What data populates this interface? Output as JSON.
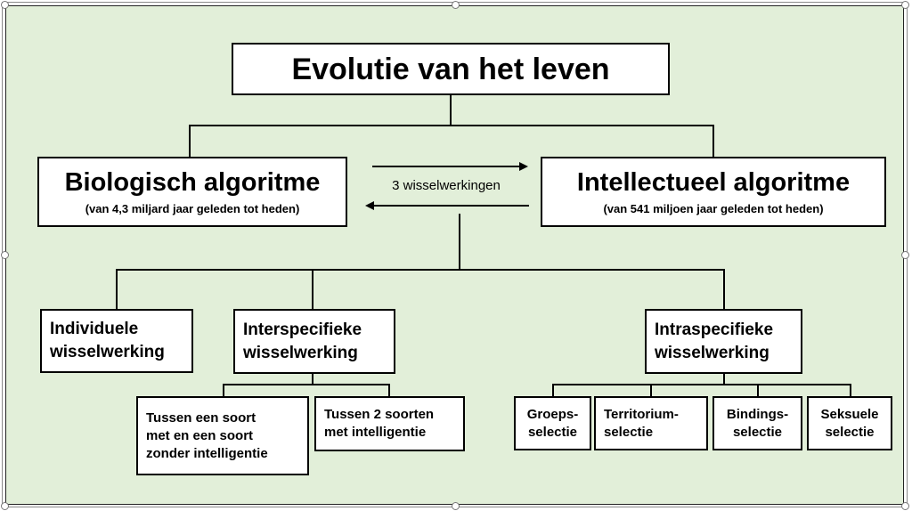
{
  "colors": {
    "background": "#e2efd9",
    "box_fill": "#ffffff",
    "line": "#000000"
  },
  "diagram": {
    "title": "Evolutie van het leven",
    "biological": {
      "title": "Biologisch algoritme",
      "subtitle": "(van 4,3 miljard jaar geleden tot heden)"
    },
    "intellectual": {
      "title": "Intellectueel algoritme",
      "subtitle": "(van 541 miljoen jaar geleden tot heden)"
    },
    "exchange_label": "3 wisselwerkingen",
    "individual": {
      "line1": "Individuele",
      "line2": "wisselwerking"
    },
    "interspecific": {
      "line1": "Interspecifieke",
      "line2": "wisselwerking",
      "children": [
        {
          "line1": "Tussen een soort",
          "line2": "met en een soort",
          "line3": "zonder intelligentie"
        },
        {
          "line1": "Tussen 2 soorten",
          "line2": "met intelligentie"
        }
      ]
    },
    "intraspecific": {
      "line1": "Intraspecifieke",
      "line2": "wisselwerking",
      "children": [
        {
          "line1": "Groeps-",
          "line2": "selectie"
        },
        {
          "line1": "Territorium-",
          "line2": "selectie"
        },
        {
          "line1": "Bindings-",
          "line2": "selectie"
        },
        {
          "line1": "Seksuele",
          "line2": "selectie"
        }
      ]
    }
  }
}
